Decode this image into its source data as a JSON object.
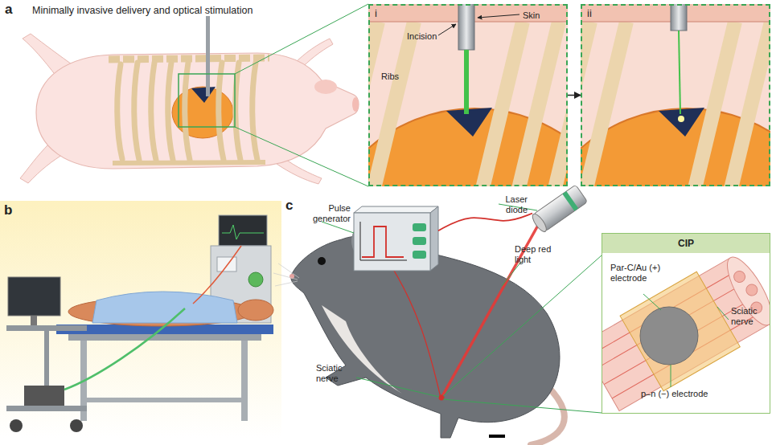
{
  "diagram": {
    "nodes": [
      {
        "text": [
          "i",
          "Incision",
          "Skin",
          "Ribs"
        ]
      },
      {
        "text": [
          "ii"
        ]
      },
      {
        "text": [
          "Pulse generator"
        ]
      },
      {
        "text": [
          "Laser diode"
        ]
      },
      {
        "text": [
          "CIP",
          "Par-C/Au (+) electrode",
          "Sciatic nerve",
          "p–n (−) electrode"
        ]
      }
    ],
    "edges": [
      {
        "from": 0,
        "to": 1,
        "arrow": "to"
      },
      {
        "from": 2,
        "to": 3,
        "arrow": "none"
      }
    ],
    "labels": [
      "a",
      "Minimally invasive delivery and optical stimulation",
      "b",
      "c",
      "Deep red light",
      "Sciatic nerve"
    ]
  }
}
